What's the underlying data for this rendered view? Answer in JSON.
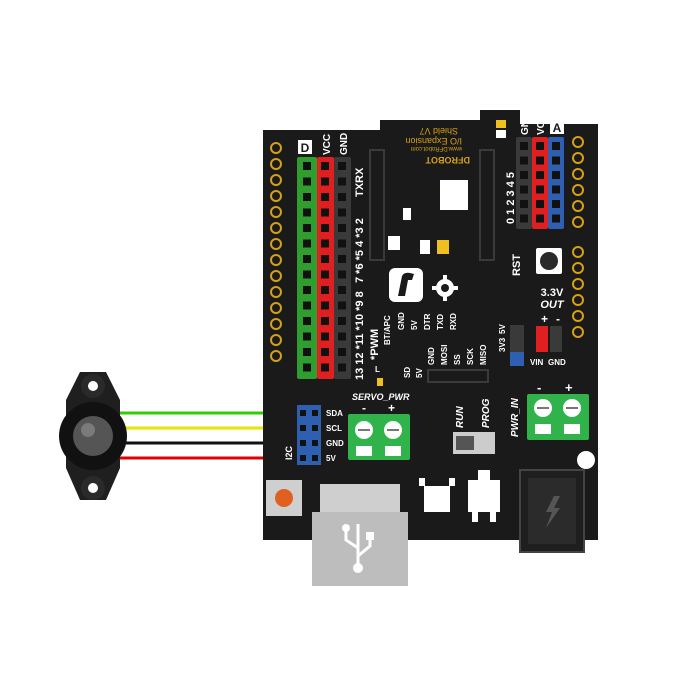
{
  "board": {
    "brand": "DFROBOT",
    "website": "www.DFRobot.com",
    "product_line1": "I/O Expansion",
    "product_line2": "Shield V7",
    "header_d": "D",
    "header_a": "A",
    "vcc_left": "VCC",
    "gnd_left": "GND",
    "vcc_right": "VCC",
    "gnd_right": "GND",
    "txrx": "TXRX",
    "digital_pins_row1": "7 *6 *5 4 *3 2",
    "digital_pins_row2": "13 12 *11 *10 *9 8",
    "pwm": "*PWM",
    "bt_apc": "BT/APC",
    "analog_pins": "0 1 2 3 4 5",
    "rst": "RST",
    "out_33v": "3.3V",
    "out_label": "OUT",
    "vin": "VIN",
    "gnd_vin": "GND",
    "xbee_labels": [
      "GND",
      "5V",
      "DTR",
      "TXD",
      "RXD"
    ],
    "spi_labels": [
      "GND",
      "MOSI",
      "SS",
      "SCK",
      "MISO"
    ],
    "sd_label": "SD",
    "sd_5v": "5V",
    "v33": "3V3",
    "v5": "5V",
    "led_l": "L",
    "servo_pwr": "SERVO_PWR",
    "pwr_in": "PWR_IN",
    "run": "RUN",
    "prog": "PROG",
    "plus": "+",
    "minus": "-",
    "i2c_pins": [
      "SDA",
      "SCL",
      "GND",
      "5V"
    ],
    "i2c_label": "I2C"
  },
  "wires": [
    {
      "signal": "SDA",
      "color": "#33cc00"
    },
    {
      "signal": "SCL",
      "color": "#e6e600"
    },
    {
      "signal": "GND",
      "color": "#111111"
    },
    {
      "signal": "5V",
      "color": "#e00000"
    }
  ],
  "colors": {
    "board": "#1a1a1a",
    "header_green": "#2f9e2f",
    "header_red": "#e02020",
    "header_black": "#3a3a3a",
    "header_blue": "#2e5fb0",
    "gold": "#d4a017",
    "terminal_green": "#2fb34a"
  }
}
